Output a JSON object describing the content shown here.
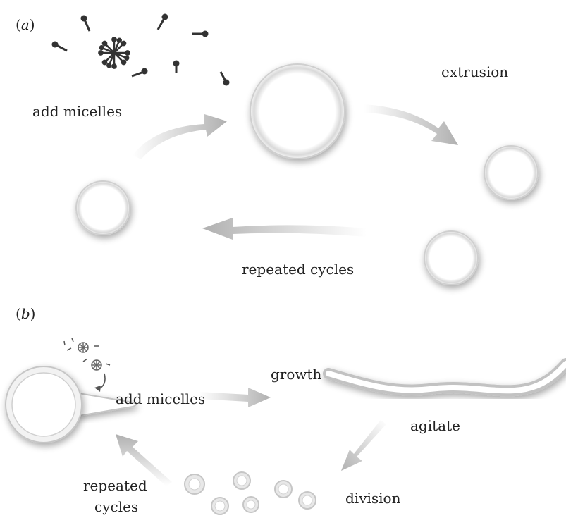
{
  "panel_a": {
    "tag_open": "(",
    "tag_letter": "a",
    "tag_close": ")",
    "labels": {
      "add_micelles": "add micelles",
      "extrusion": "extrusion",
      "repeated_cycles": "repeated cycles"
    }
  },
  "panel_b": {
    "tag_open": "(",
    "tag_letter": "b",
    "tag_close": ")",
    "labels": {
      "add_micelles": "add micelles",
      "growth": "growth",
      "agitate": "agitate",
      "division": "division",
      "repeated_line1": "repeated",
      "repeated_line2": "cycles"
    }
  },
  "colors": {
    "vesicle_fill": "#ffffff",
    "vesicle_rim": "#c8c8c8",
    "arrow": "#b5b5b5",
    "lipid": "#333333",
    "text": "#222222"
  }
}
